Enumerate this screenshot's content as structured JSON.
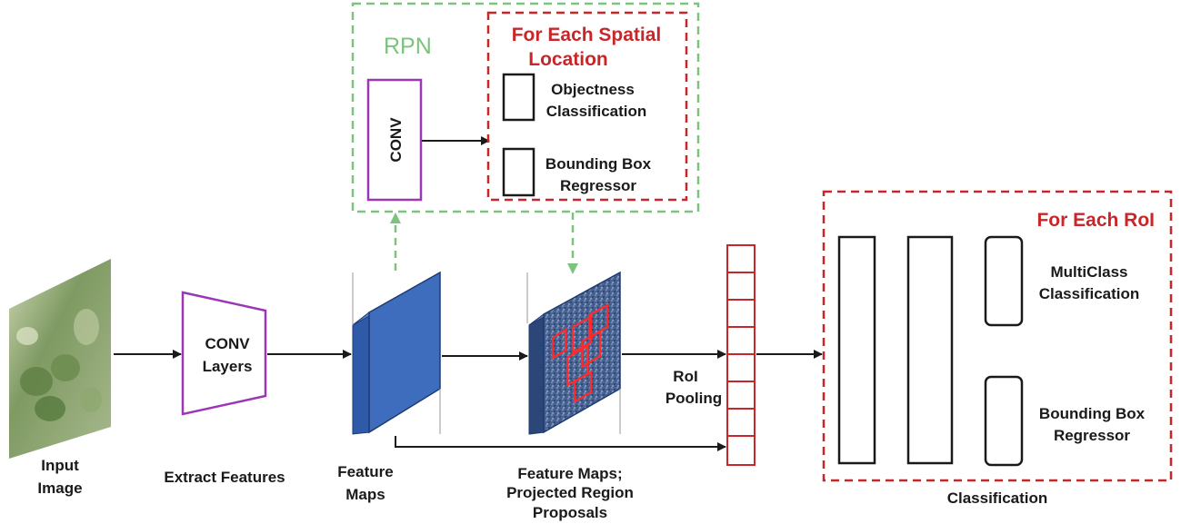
{
  "rpn": {
    "title": "RPN",
    "conv_label": "CONV",
    "spatial": {
      "title_line1": "For Each Spatial",
      "title_line2": "Location",
      "objectness_line1": "Objectness",
      "objectness_line2": "Classification",
      "bbox_line1": "Bounding Box",
      "bbox_line2": "Regressor"
    }
  },
  "pipeline": {
    "input_line1": "Input",
    "input_line2": "Image",
    "conv_line1": "CONV",
    "conv_line2": "Layers",
    "extract_label": "Extract Features",
    "feature_maps_line1": "Feature",
    "feature_maps_line2": "Maps",
    "projected_line1": "Feature Maps;",
    "projected_line2": "Projected Region",
    "projected_line3": "Proposals",
    "roi_line1": "RoI",
    "roi_line2": "Pooling"
  },
  "roi_head": {
    "title": "For Each RoI",
    "multiclass_line1": "MultiClass",
    "multiclass_line2": "Classification",
    "bbox_line1": "Bounding Box",
    "bbox_line2": "Regressor",
    "caption": "Classification"
  },
  "colors": {
    "green_dash": "#7cc47e",
    "red_dash": "#c8272a",
    "purple": "#9b36b5",
    "blue_map": "#3f6dbd",
    "dark": "#1a1a1a"
  }
}
